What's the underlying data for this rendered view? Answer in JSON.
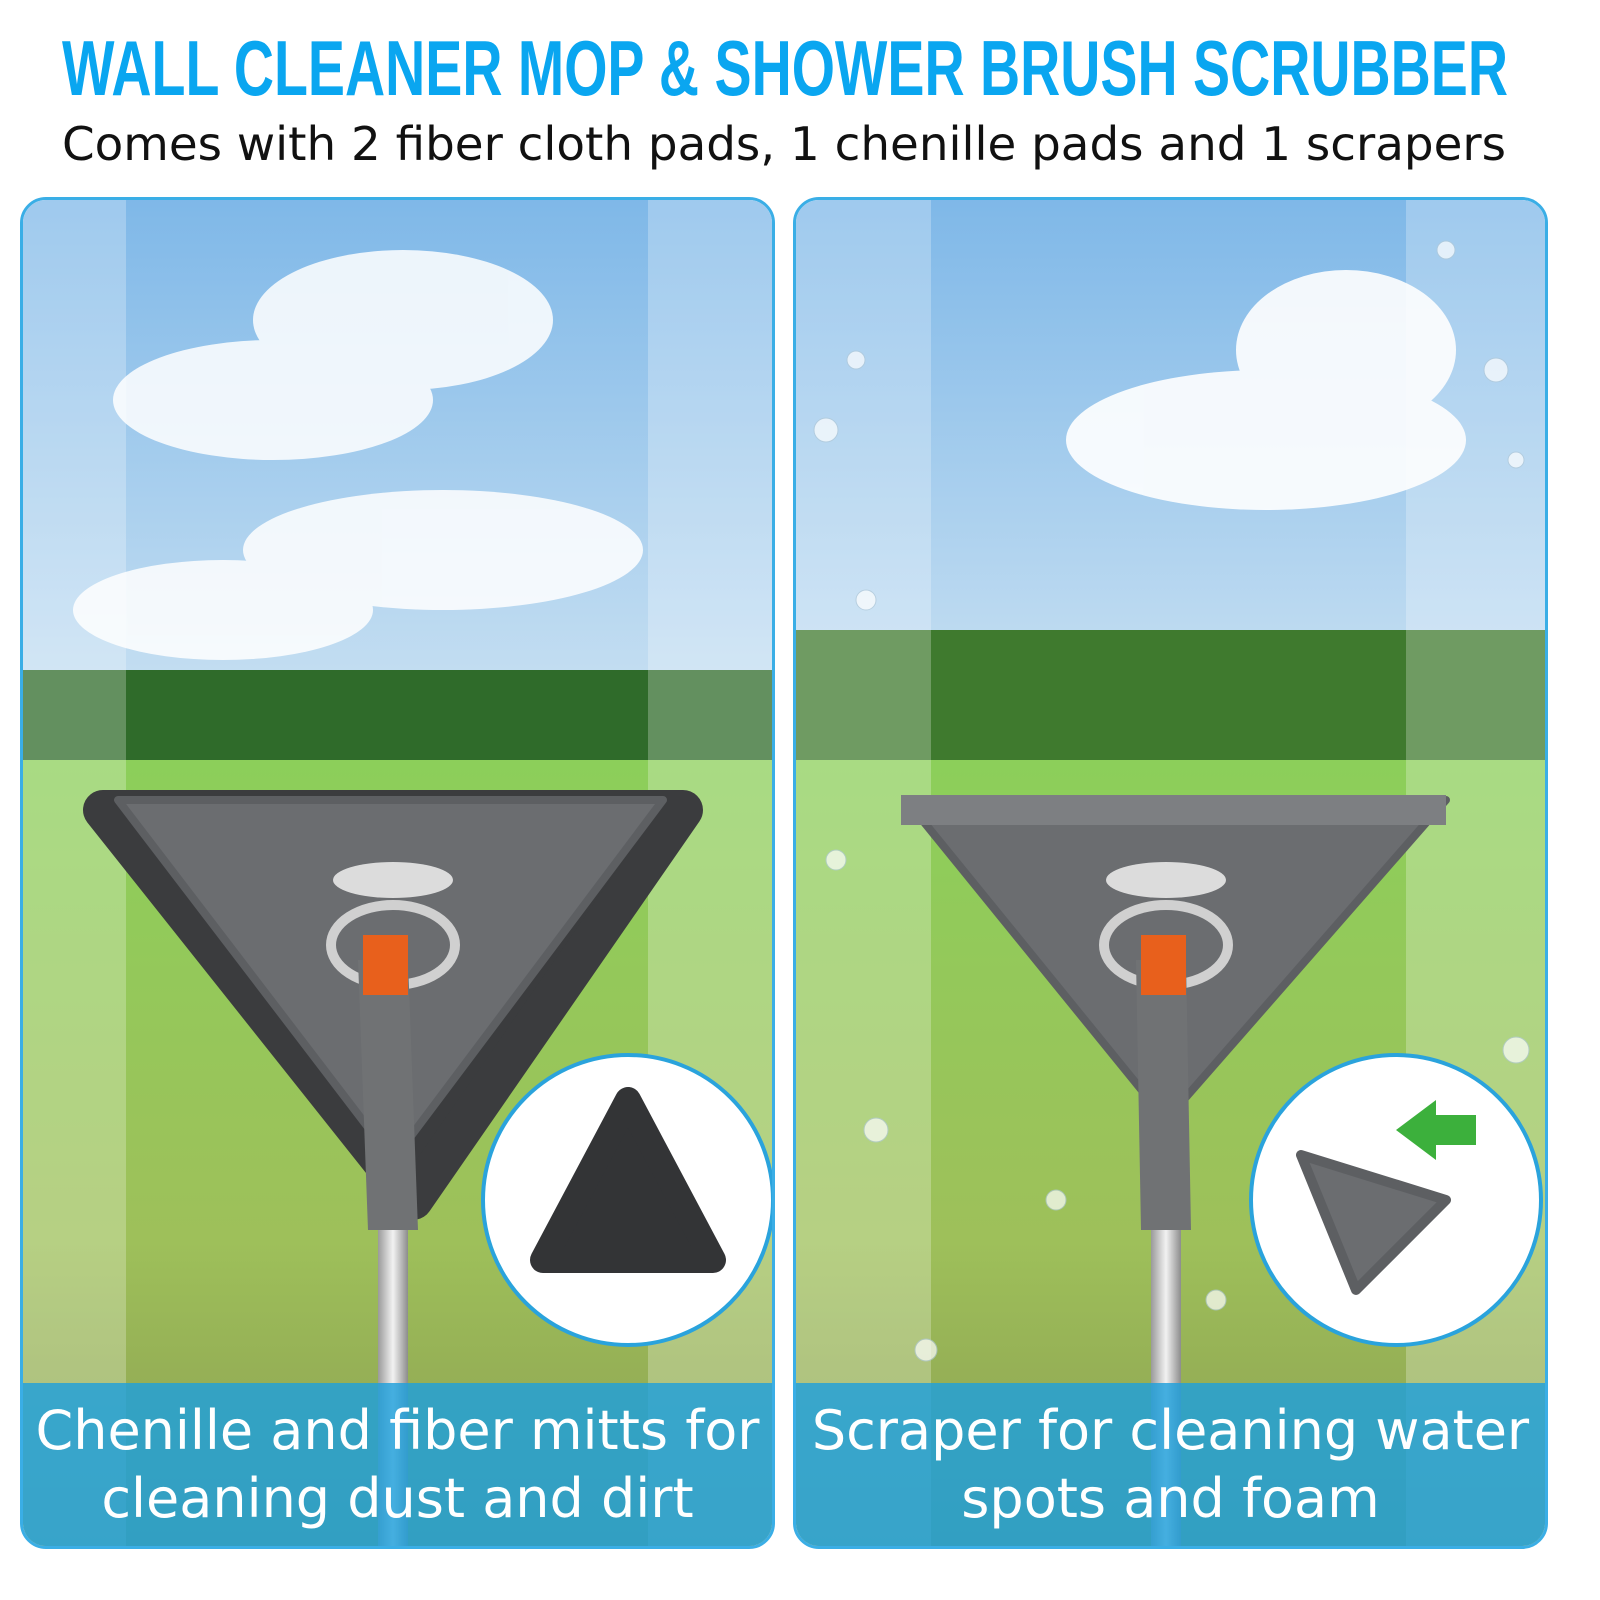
{
  "header": {
    "title": "WALL CLEANER MOP & SHOWER BRUSH SCRUBBER",
    "subtitle": "Comes with 2 fiber cloth pads, 1 chenille pads and 1 scrapers"
  },
  "panels": [
    {
      "caption_line1": "Chenille and fiber mitts for",
      "caption_line2": "cleaning dust and dirt",
      "inset": "chenille-pad"
    },
    {
      "caption_line1": "Scraper for cleaning water",
      "caption_line2": "spots and foam",
      "inset": "scraper-pad"
    }
  ],
  "colors": {
    "title": "#0aa6f0",
    "caption_band": "#1ea0dc",
    "mop_gray": "#6b6d70",
    "handle_orange": "#e8601c"
  }
}
